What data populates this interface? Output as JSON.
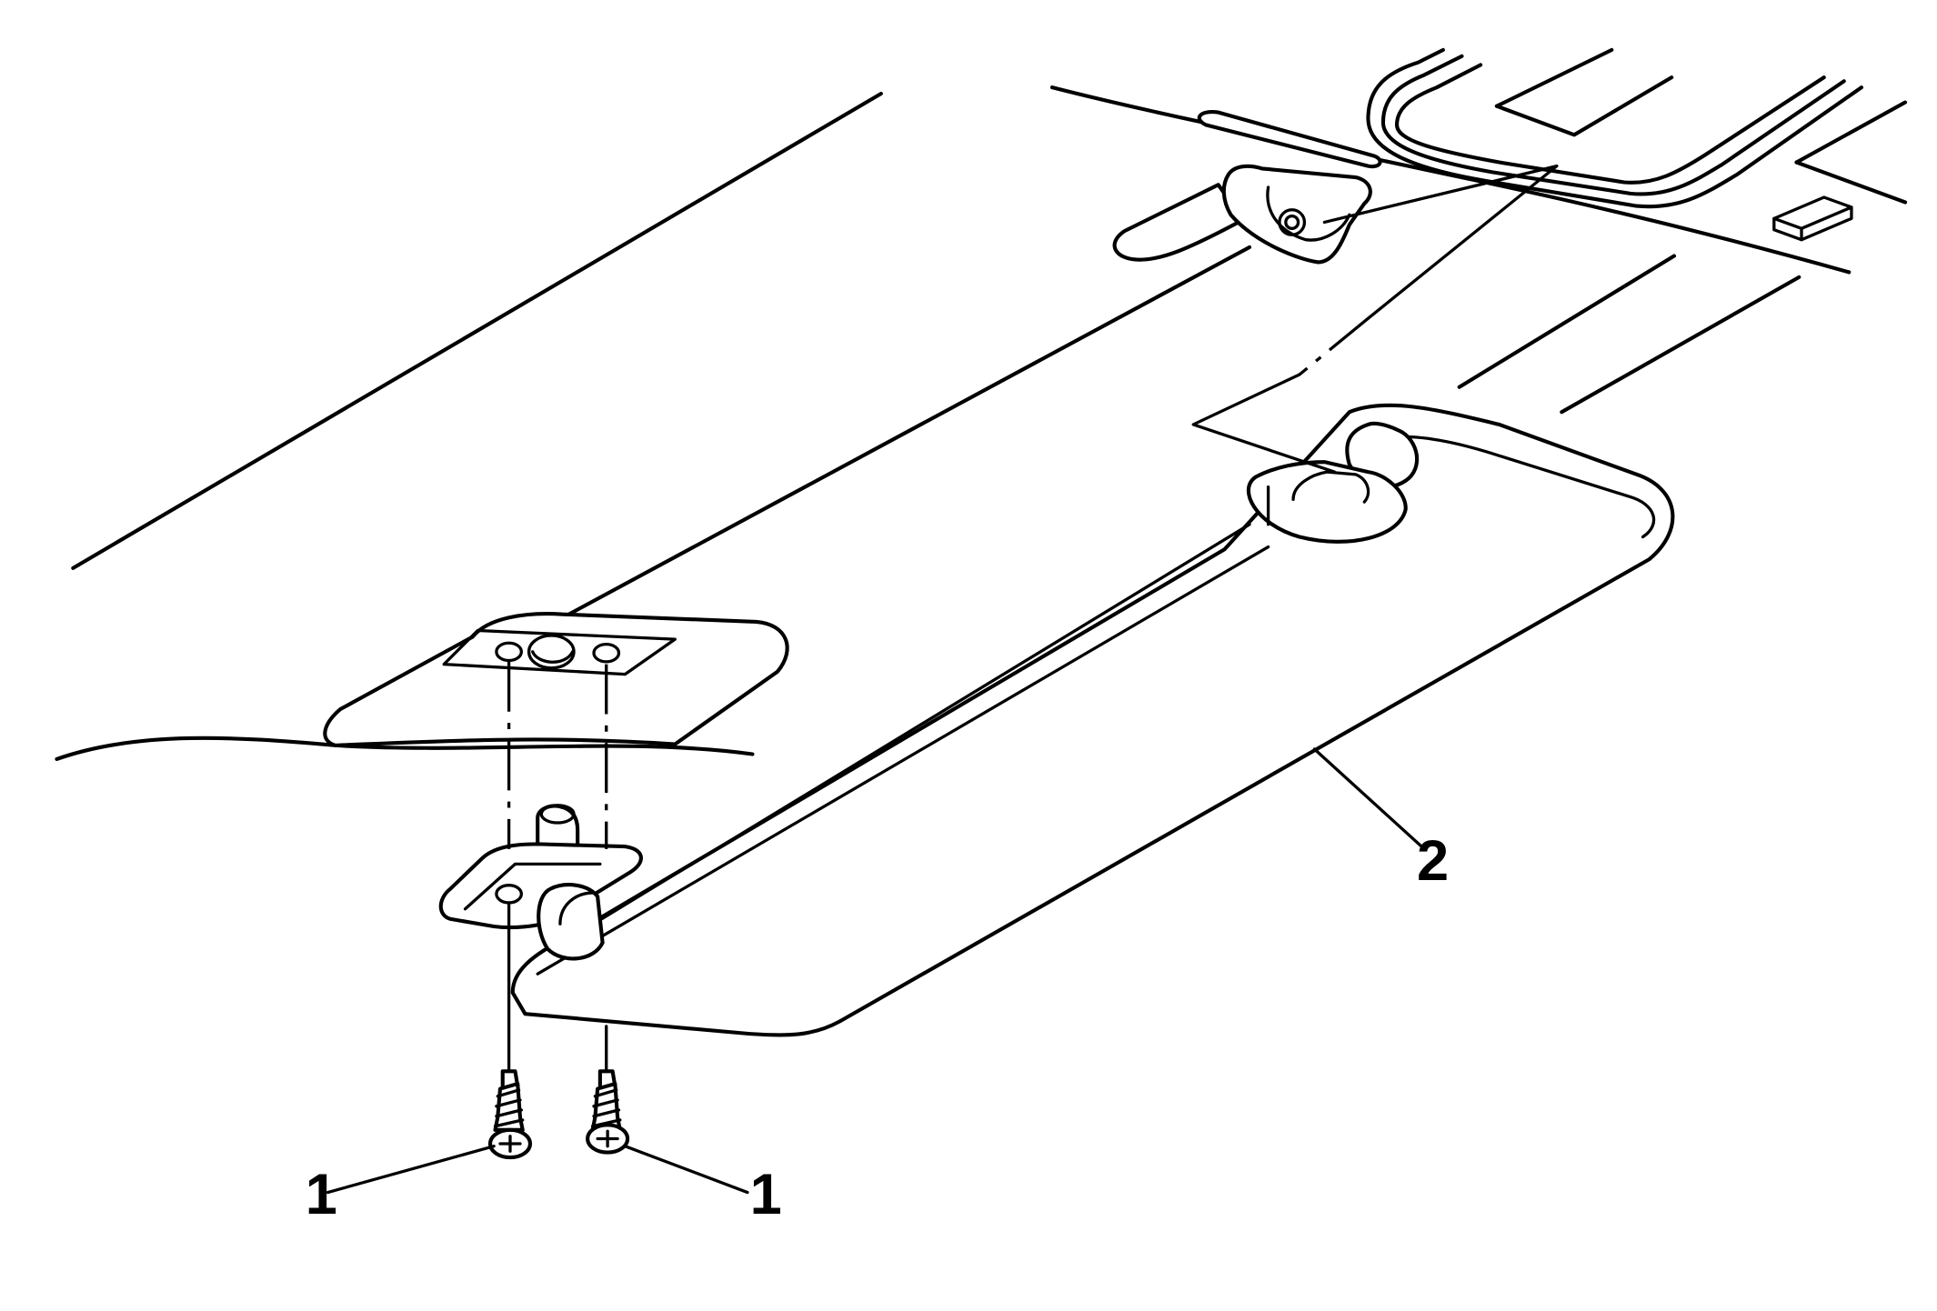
{
  "callouts": [
    {
      "id": "screw-left",
      "label": "1"
    },
    {
      "id": "screw-right",
      "label": "1"
    },
    {
      "id": "sunshade",
      "label": "2"
    }
  ]
}
